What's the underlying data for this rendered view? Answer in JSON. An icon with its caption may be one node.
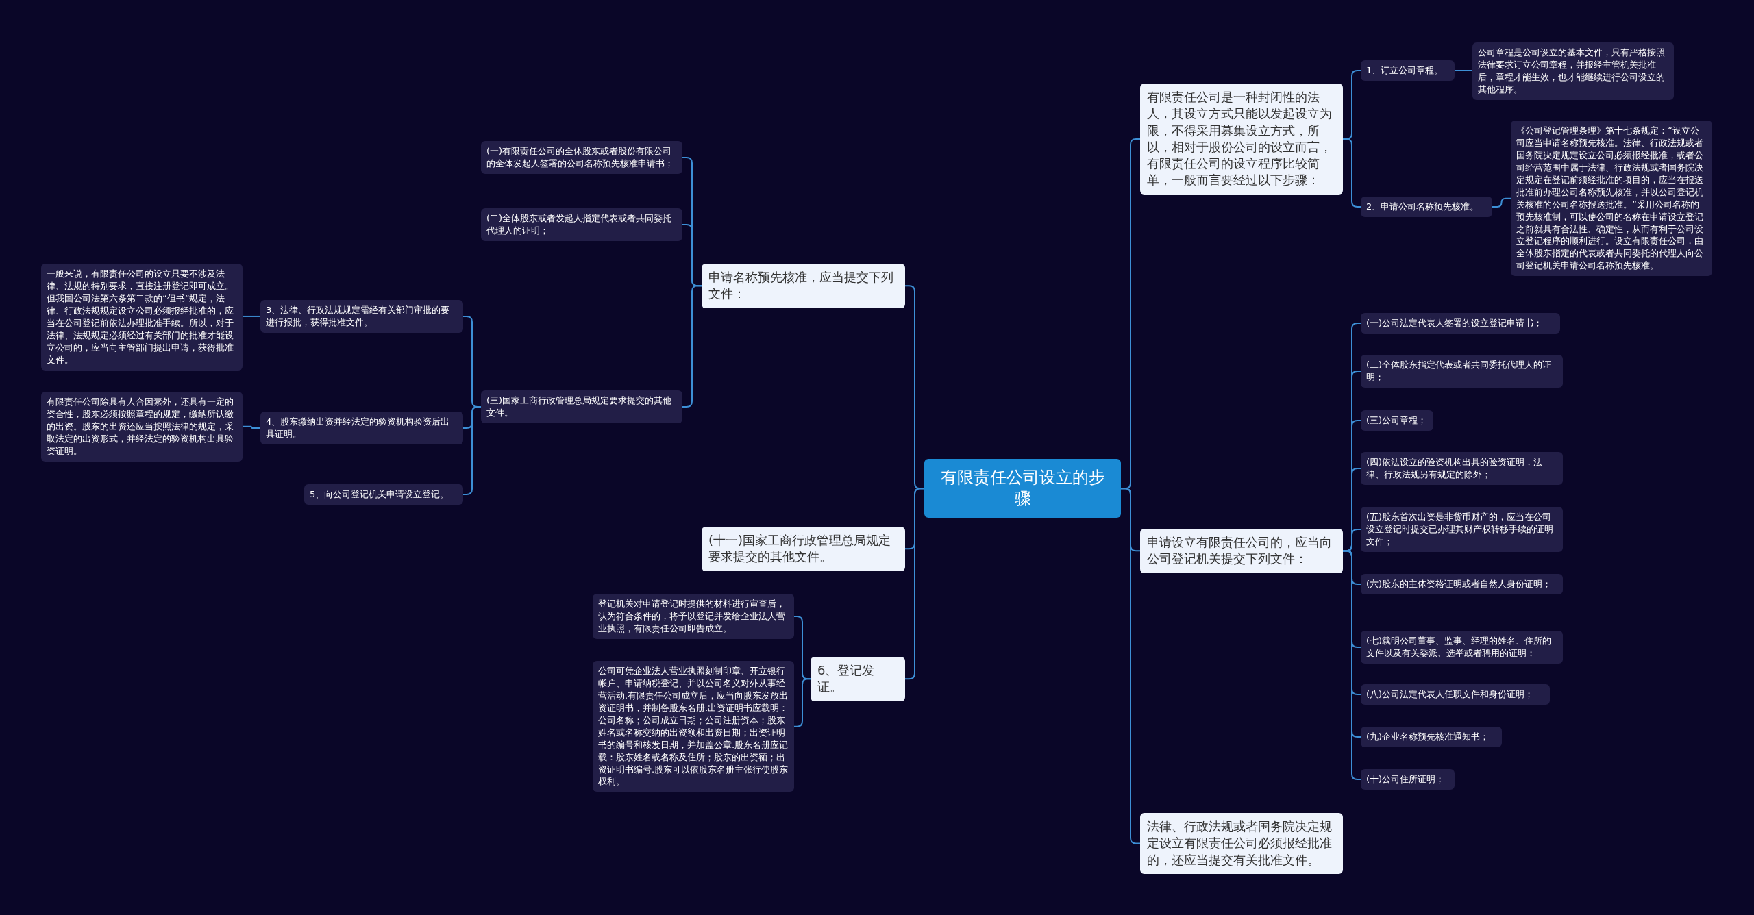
{
  "diagram": {
    "nodes": [
      {
        "text": [
          "有限责任公司设立的步骤"
        ]
      },
      {
        "text": [
          "申请名称预先核准，应当提交下列文件："
        ]
      },
      {
        "text": [
          "(一)有限责任公司的全体股东或者股份有限公司的全体发起人签署的公司名称预先核准申请书；"
        ]
      },
      {
        "text": [
          "(二)全体股东或者发起人指定代表或者共同委托代理人的证明；"
        ]
      },
      {
        "text": [
          "(三)国家工商行政管理总局规定要求提交的其他文件。"
        ]
      },
      {
        "text": [
          "3、法律、行政法规规定需经有关部门审批的要进行报批，获得批准文件。"
        ]
      },
      {
        "text": [
          "一般来说，有限责任公司的设立只要不涉及法律、法规的特别要求，直接注册登记即可成立。但我国公司法第六条第二款的“但书”规定，法律、行政法规规定设立公司必须报经批准的，应当在公司登记前依法办理批准手续。所以，对于法律、法规规定必须经过有关部门的批准才能设立公司的，应当向主管部门提出申请，获得批准文件。"
        ]
      },
      {
        "text": [
          "4、股东缴纳出资并经法定的验资机构验资后出具证明。"
        ]
      },
      {
        "text": [
          "有限责任公司除具有人合因素外，还具有一定的资合性，股东必须按照章程的规定，缴纳所认缴的出资。股东的出资还应当按照法律的规定，采取法定的出资形式，并经法定的验资机构出具验资证明。"
        ]
      },
      {
        "text": [
          "5、向公司登记机关申请设立登记。"
        ]
      },
      {
        "text": [
          "(十一)国家工商行政管理总局规定要求提交的其他文件。"
        ]
      },
      {
        "text": [
          "6、登记发证。"
        ]
      },
      {
        "text": [
          "登记机关对申请登记时提供的材料进行审查后，认为符合条件的，将予以登记并发给企业法人营业执照，有限责任公司即告成立。"
        ]
      },
      {
        "text": [
          "公司可凭企业法人营业执照刻制印章、开立银行帐户、申请纳税登记、并以公司名义对外从事经营活动.有限责任公司成立后，应当向股东发放出资证明书，并制备股东名册.出资证明书应载明：公司名称；公司成立日期；公司注册资本；股东姓名或名称交纳的出资额和出资日期；出资证明书的编号和核发日期，并加盖公章.股东名册应记载：股东姓名或名称及住所；股东的出资额；出资证明书编号.股东可以依股东名册主张行使股东权利。"
        ]
      },
      {
        "text": [
          "有限责任公司是一种封闭性的法人，其设立方式只能以发起设立为限，不得采用募集设立方式，所以，相对于股份公司的设立而言，有限责任公司的设立程序比较简单，一般而言要经过以下步骤："
        ]
      },
      {
        "text": [
          "1、订立公司章程。"
        ]
      },
      {
        "text": [
          "公司章程是公司设立的基本文件，只有严格按照法律要求订立公司章程，并报经主管机关批准后，章程才能生效，也才能继续进行公司设立的其他程序。"
        ]
      },
      {
        "text": [
          "2、申请公司名称预先核准。"
        ]
      },
      {
        "text": [
          "《公司登记管理条理》第十七条规定：“设立公司应当申请名称预先核准。法律、行政法规或者国务院决定规定设立公司必须报经批准，或者公司经营范围中属于法律、行政法规或者国务院决定规定在登记前须经批准的项目的，应当在报送批准前办理公司名称预先核准，并以公司登记机关核准的公司名称报送批准。”采用公司名称的预先核准制，可以使公司的名称在申请设立登记之前就具有合法性、确定性，从而有利于公司设立登记程序的顺利进行。设立有限责任公司，由全体股东指定的代表或者共同委托的代理人向公司登记机关申请公司名称预先核准。"
        ]
      },
      {
        "text": [
          "申请设立有限责任公司的，应当向公司登记机关提交下列文件："
        ]
      },
      {
        "text": [
          "(一)公司法定代表人签署的设立登记申请书；"
        ]
      },
      {
        "text": [
          "(二)全体股东指定代表或者共同委托代理人的证明；"
        ]
      },
      {
        "text": [
          "(三)公司章程；"
        ]
      },
      {
        "text": [
          "(四)依法设立的验资机构出具的验资证明，法律、行政法规另有规定的除外；"
        ]
      },
      {
        "text": [
          "(五)股东首次出资是非货币财产的，应当在公司设立登记时提交已办理其财产权转移手续的证明文件；"
        ]
      },
      {
        "text": [
          "(六)股东的主体资格证明或者自然人身份证明；"
        ]
      },
      {
        "text": [
          "(七)载明公司董事、监事、经理的姓名、住所的文件以及有关委派、选举或者聘用的证明；"
        ]
      },
      {
        "text": [
          "(八)公司法定代表人任职文件和身份证明；"
        ]
      },
      {
        "text": [
          "(九)企业名称预先核准通知书；"
        ]
      },
      {
        "text": [
          "(十)公司住所证明；"
        ]
      },
      {
        "text": [
          "法律、行政法规或者国务院决定规定设立有限责任公司必须报经批准的，还应当提交有关批准文件。"
        ]
      }
    ],
    "edges": [
      {
        "from": 0,
        "to": 1,
        "arrow": "none"
      },
      {
        "from": 1,
        "to": 2,
        "arrow": "none"
      },
      {
        "from": 1,
        "to": 3,
        "arrow": "none"
      },
      {
        "from": 1,
        "to": 4,
        "arrow": "none"
      },
      {
        "from": 4,
        "to": 5,
        "arrow": "none"
      },
      {
        "from": 5,
        "to": 6,
        "arrow": "none"
      },
      {
        "from": 4,
        "to": 7,
        "arrow": "none"
      },
      {
        "from": 7,
        "to": 8,
        "arrow": "none"
      },
      {
        "from": 4,
        "to": 9,
        "arrow": "none"
      },
      {
        "from": 0,
        "to": 10,
        "arrow": "none"
      },
      {
        "from": 0,
        "to": 11,
        "arrow": "none"
      },
      {
        "from": 11,
        "to": 12,
        "arrow": "none"
      },
      {
        "from": 11,
        "to": 13,
        "arrow": "none"
      },
      {
        "from": 0,
        "to": 14,
        "arrow": "none"
      },
      {
        "from": 14,
        "to": 15,
        "arrow": "none"
      },
      {
        "from": 15,
        "to": 16,
        "arrow": "none"
      },
      {
        "from": 14,
        "to": 17,
        "arrow": "none"
      },
      {
        "from": 17,
        "to": 18,
        "arrow": "none"
      },
      {
        "from": 0,
        "to": 19,
        "arrow": "none"
      },
      {
        "from": 19,
        "to": 20,
        "arrow": "none"
      },
      {
        "from": 19,
        "to": 21,
        "arrow": "none"
      },
      {
        "from": 19,
        "to": 22,
        "arrow": "none"
      },
      {
        "from": 19,
        "to": 23,
        "arrow": "none"
      },
      {
        "from": 19,
        "to": 24,
        "arrow": "none"
      },
      {
        "from": 19,
        "to": 25,
        "arrow": "none"
      },
      {
        "from": 19,
        "to": 26,
        "arrow": "none"
      },
      {
        "from": 19,
        "to": 27,
        "arrow": "none"
      },
      {
        "from": 19,
        "to": 28,
        "arrow": "none"
      },
      {
        "from": 19,
        "to": 29,
        "arrow": "none"
      },
      {
        "from": 0,
        "to": 30,
        "arrow": "none"
      }
    ]
  }
}
